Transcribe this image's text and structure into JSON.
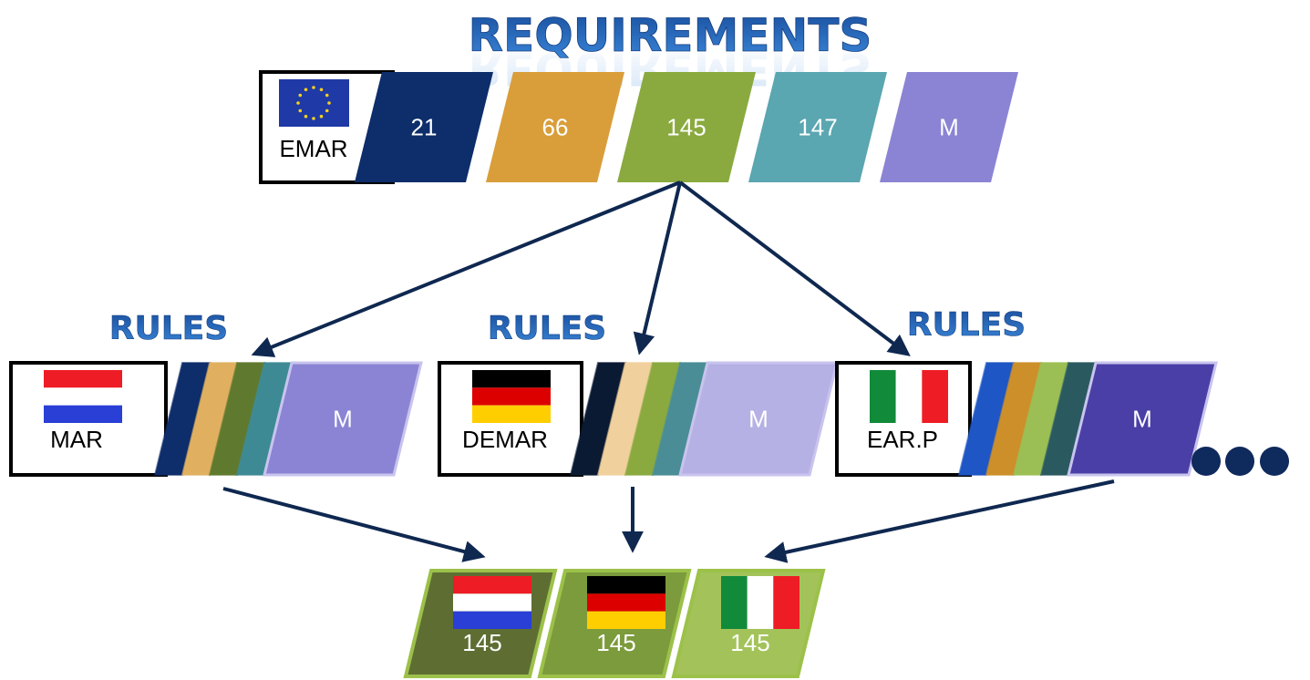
{
  "title": "REQUIREMENTS",
  "rules_label": "RULES",
  "eu": {
    "name": "EMAR",
    "parts": [
      {
        "label": "21",
        "color": "#0d2d6b",
        "text_color": "#ffffff"
      },
      {
        "label": "66",
        "color": "#d99e3a",
        "text_color": "#ffffff"
      },
      {
        "label": "145",
        "color": "#8aaa3f",
        "text_color": "#ffffff"
      },
      {
        "label": "147",
        "color": "#5aa6b1",
        "text_color": "#ffffff"
      },
      {
        "label": "M",
        "color": "#8b84d4",
        "text_color": "#ffffff"
      }
    ]
  },
  "national": [
    {
      "name": "MAR",
      "flag": "netherlands-flag-icon",
      "m_label": "M",
      "m_color": "#8b84d4",
      "strips": [
        "#0d2d6b",
        "#e0b060",
        "#5f7a2e",
        "#3e8a94"
      ]
    },
    {
      "name": "DEMAR",
      "flag": "germany-flag-icon",
      "m_label": "M",
      "m_color": "#b5b1e4",
      "strips": [
        "#0b1a33",
        "#f0d09c",
        "#8aaa3f",
        "#4a8d96"
      ]
    },
    {
      "name": "EAR.P",
      "flag": "italy-flag-icon",
      "m_label": "M",
      "m_color": "#4a3fa6",
      "strips": [
        "#1f56c5",
        "#cc8f2a",
        "#9bbf55",
        "#2a5a60"
      ]
    }
  ],
  "results": [
    {
      "label": "145",
      "flag": "netherlands-flag-icon",
      "color": "#5e6e33"
    },
    {
      "label": "145",
      "flag": "germany-flag-icon",
      "color": "#7c9b3c"
    },
    {
      "label": "145",
      "flag": "italy-flag-icon",
      "color": "#a3c35a"
    }
  ],
  "colors": {
    "arrow": "#0f2850",
    "heading": "#1f5fb4",
    "more_dots": "#0f2a5c"
  }
}
